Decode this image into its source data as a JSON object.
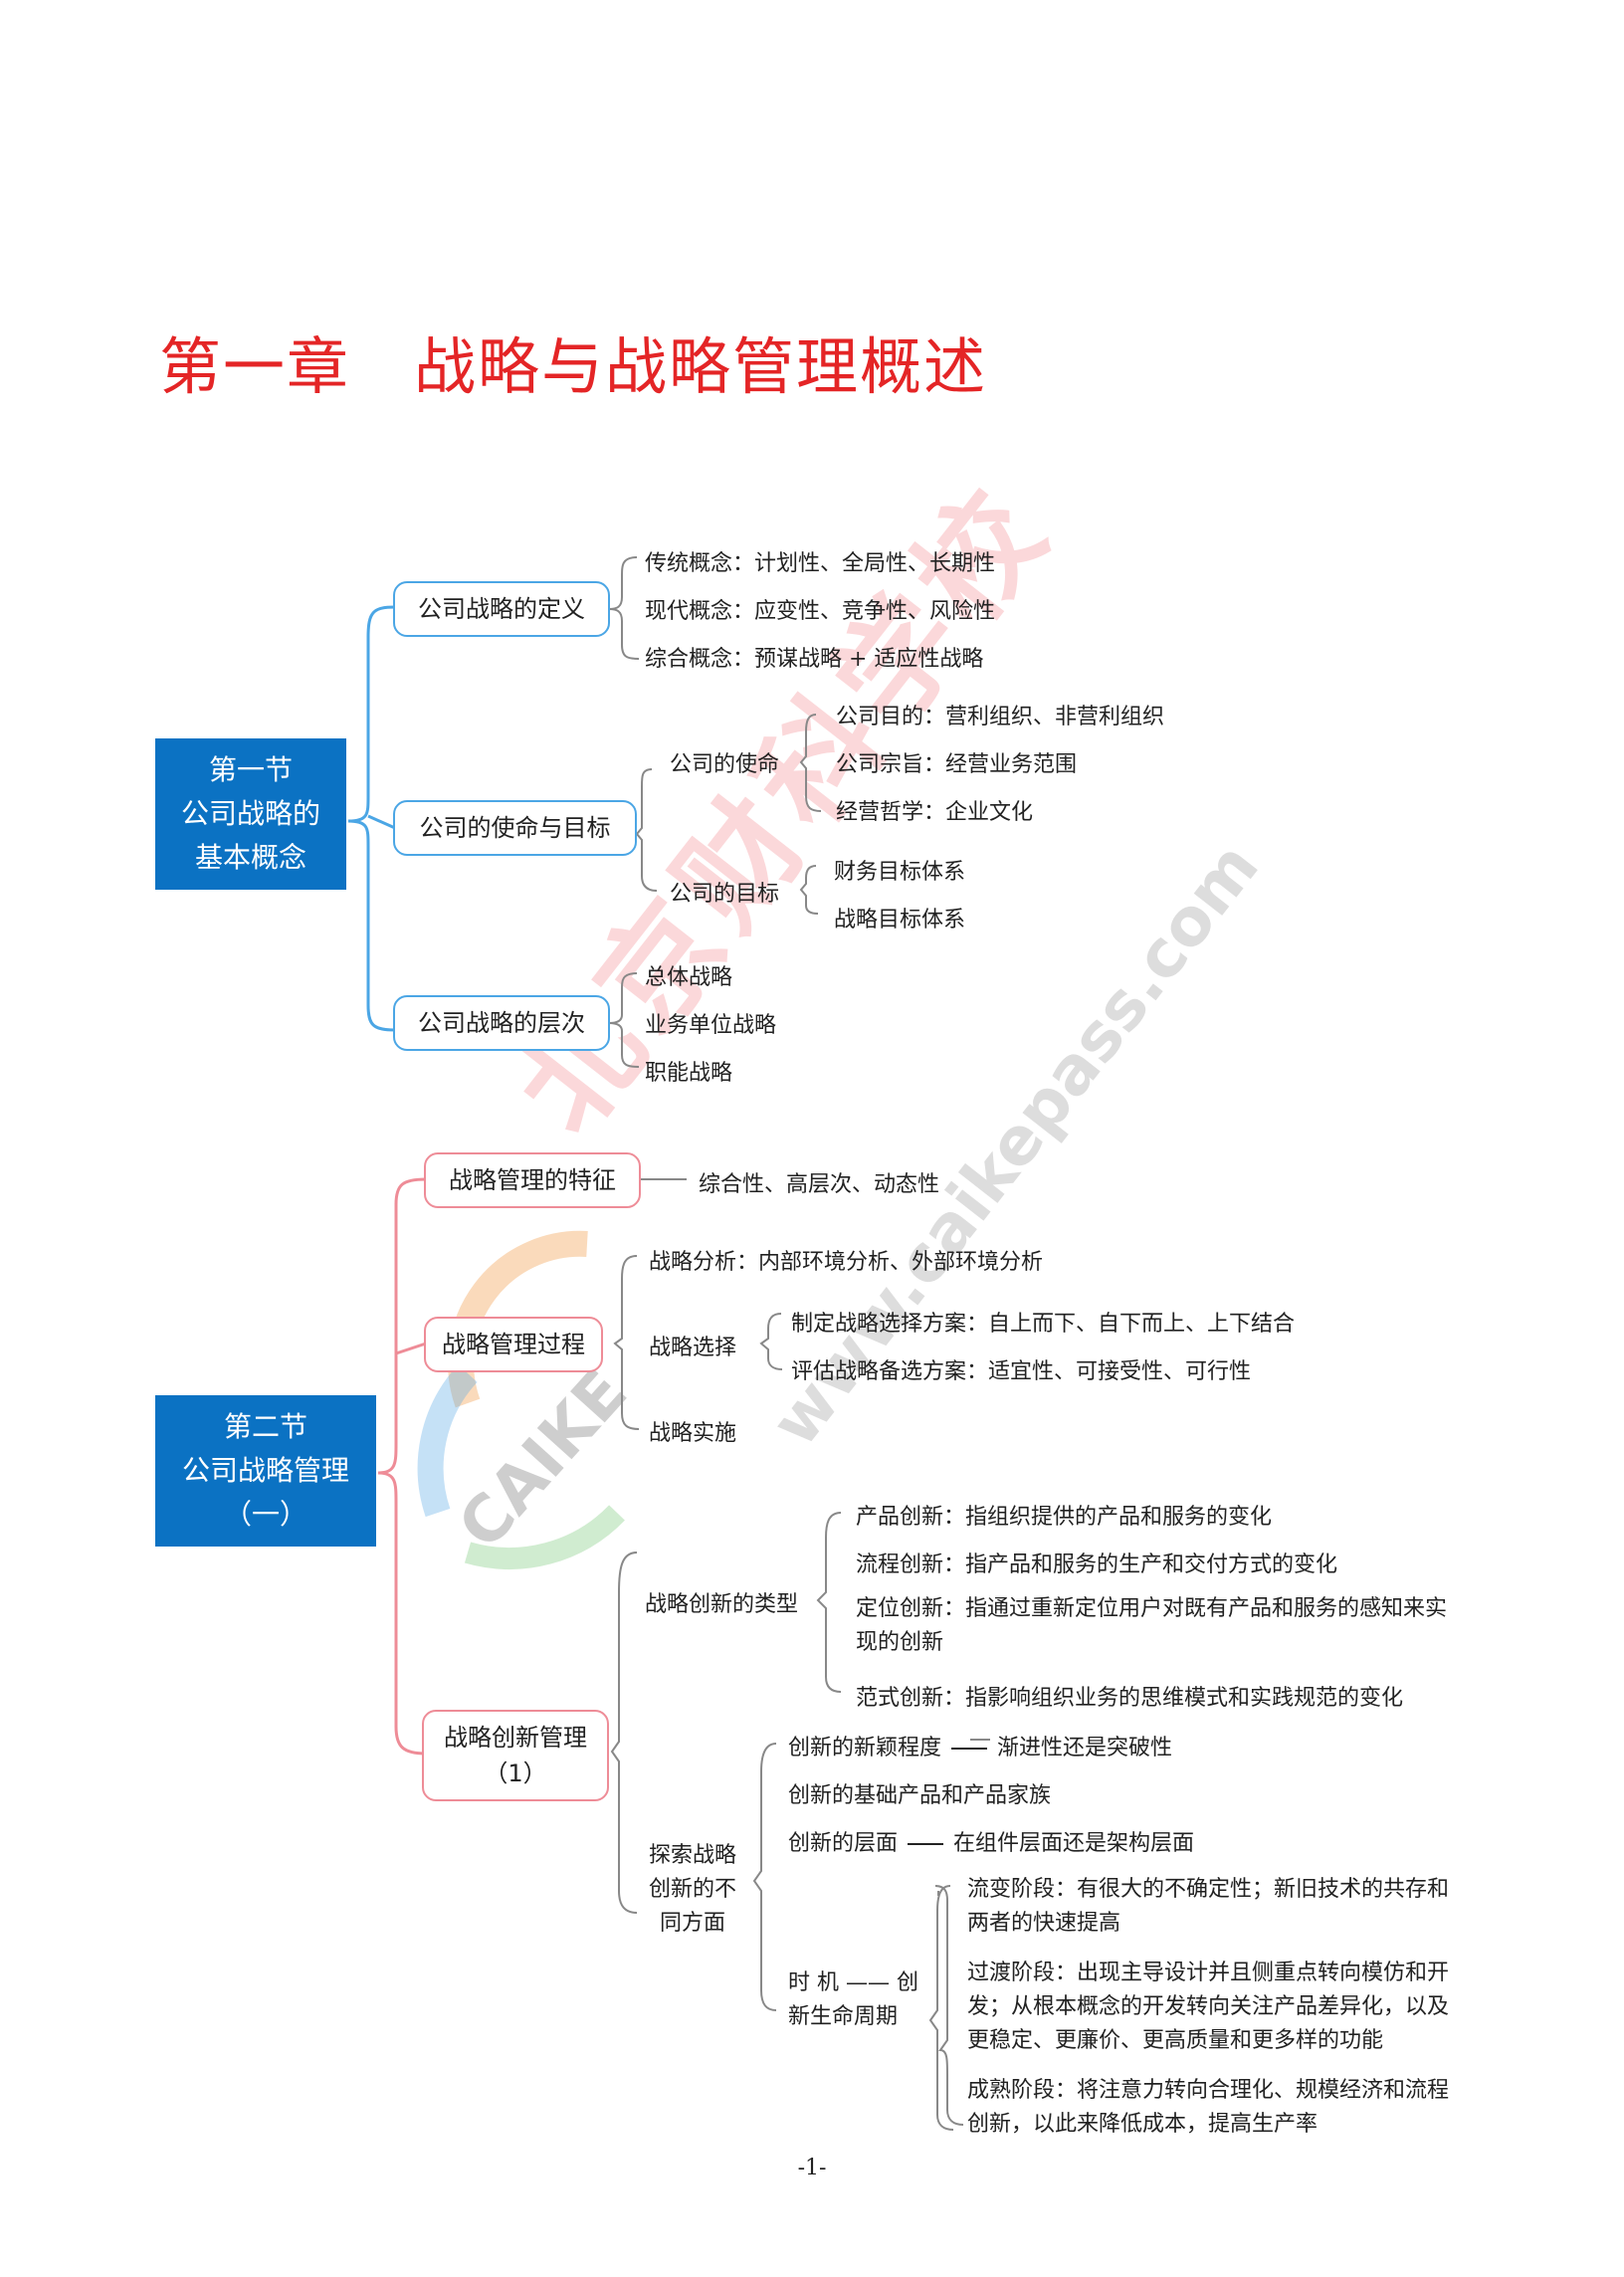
{
  "chapter": {
    "title_left": "第一章",
    "title_right": "战略与战略管理概述"
  },
  "section1": {
    "lines": [
      "第一节",
      "公司战略的",
      "基本概念"
    ],
    "definition": {
      "label": "公司战略的定义",
      "items": [
        "传统概念：计划性、全局性、长期性",
        "现代概念：应变性、竞争性、风险性",
        "综合概念：预谋战略 + 适应性战略"
      ]
    },
    "mission_goals": {
      "label": "公司的使命与目标",
      "mission": {
        "label": "公司的使命",
        "items": [
          "公司目的：营利组织、非营利组织",
          "公司宗旨：经营业务范围",
          "经营哲学：企业文化"
        ]
      },
      "goals": {
        "label": "公司的目标",
        "items": [
          "财务目标体系",
          "战略目标体系"
        ]
      }
    },
    "levels": {
      "label": "公司战略的层次",
      "items": [
        "总体战略",
        "业务单位战略",
        "职能战略"
      ]
    }
  },
  "section2": {
    "lines": [
      "第二节",
      "公司战略管理",
      "（一）"
    ],
    "features": {
      "label": "战略管理的特征",
      "value": "综合性、高层次、动态性"
    },
    "process": {
      "label": "战略管理过程",
      "analysis": "战略分析：内部环境分析、外部环境分析",
      "choice": {
        "label": "战略选择",
        "items": [
          "制定战略选择方案：自上而下、自下而上、上下结合",
          "评估战略备选方案：适宜性、可接受性、可行性"
        ]
      },
      "implementation": "战略实施"
    },
    "innovation": {
      "label_line1": "战略创新管理",
      "label_line2": "（1）",
      "types": {
        "label": "战略创新的类型",
        "items": [
          "产品创新：指组织提供的产品和服务的变化",
          "流程创新：指产品和服务的生产和交付方式的变化",
          "定位创新：指通过重新定位用户对既有产品和服务的感知来实现的创新",
          "范式创新：指影响组织业务的思维模式和实践规范的变化"
        ]
      },
      "aspects": {
        "label": "探索战略创新的不同方面",
        "novelty": {
          "label": "创新的新颖程度",
          "value": "渐进性还是突破性"
        },
        "base": "创新的基础产品和产品家族",
        "layer": {
          "label": "创新的层面",
          "value": "在组件层面还是架构层面"
        },
        "timing": {
          "label": "时 机 —— 创新生命周期",
          "stages": [
            "流变阶段：有很大的不确定性；新旧技术的共存和两者的快速提高",
            "过渡阶段：出现主导设计并且侧重点转向模仿和开发；从根本概念的开发转向关注产品差异化，以及更稳定、更廉价、更高质量和更多样的功能",
            "成熟阶段：将注意力转向合理化、规模经济和流程创新，以此来降低成本，提高生产率"
          ]
        }
      }
    }
  },
  "watermark": {
    "text": "北京财科学校",
    "url": "www.caikepass.com",
    "logo_text": "CAIKE"
  },
  "footer": {
    "page": "-1-"
  },
  "colors": {
    "title": "#e42526",
    "section_bg": "#0b72c3",
    "blue_line": "#4ba6e5",
    "red_line": "#ee8c97"
  }
}
